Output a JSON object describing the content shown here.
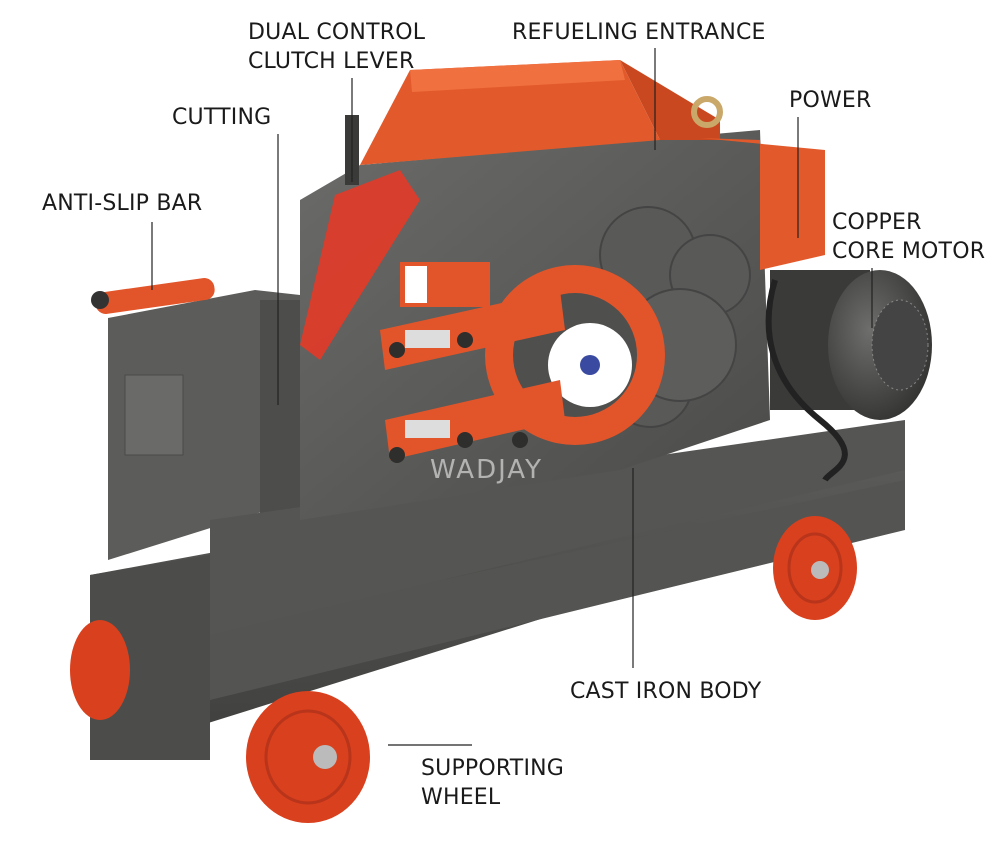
{
  "watermark": "WADJAY",
  "callouts": {
    "dual_control_line1": "DUAL CONTROL",
    "dual_control_line2": "CLUTCH LEVER",
    "refueling": "REFUELING ENTRANCE",
    "power": "POWER",
    "cutting": "CUTTING",
    "anti_slip": "ANTI-SLIP BAR",
    "copper_line1": "COPPER",
    "copper_line2": "CORE MOTOR",
    "cast_iron": "CAST IRON BODY",
    "supporting_line1": "SUPPORTING",
    "supporting_line2": "WHEEL"
  },
  "colors": {
    "body": "#5a5a58",
    "body_dark": "#474745",
    "orange": "#e2552a",
    "wheel": "#d9401e"
  }
}
